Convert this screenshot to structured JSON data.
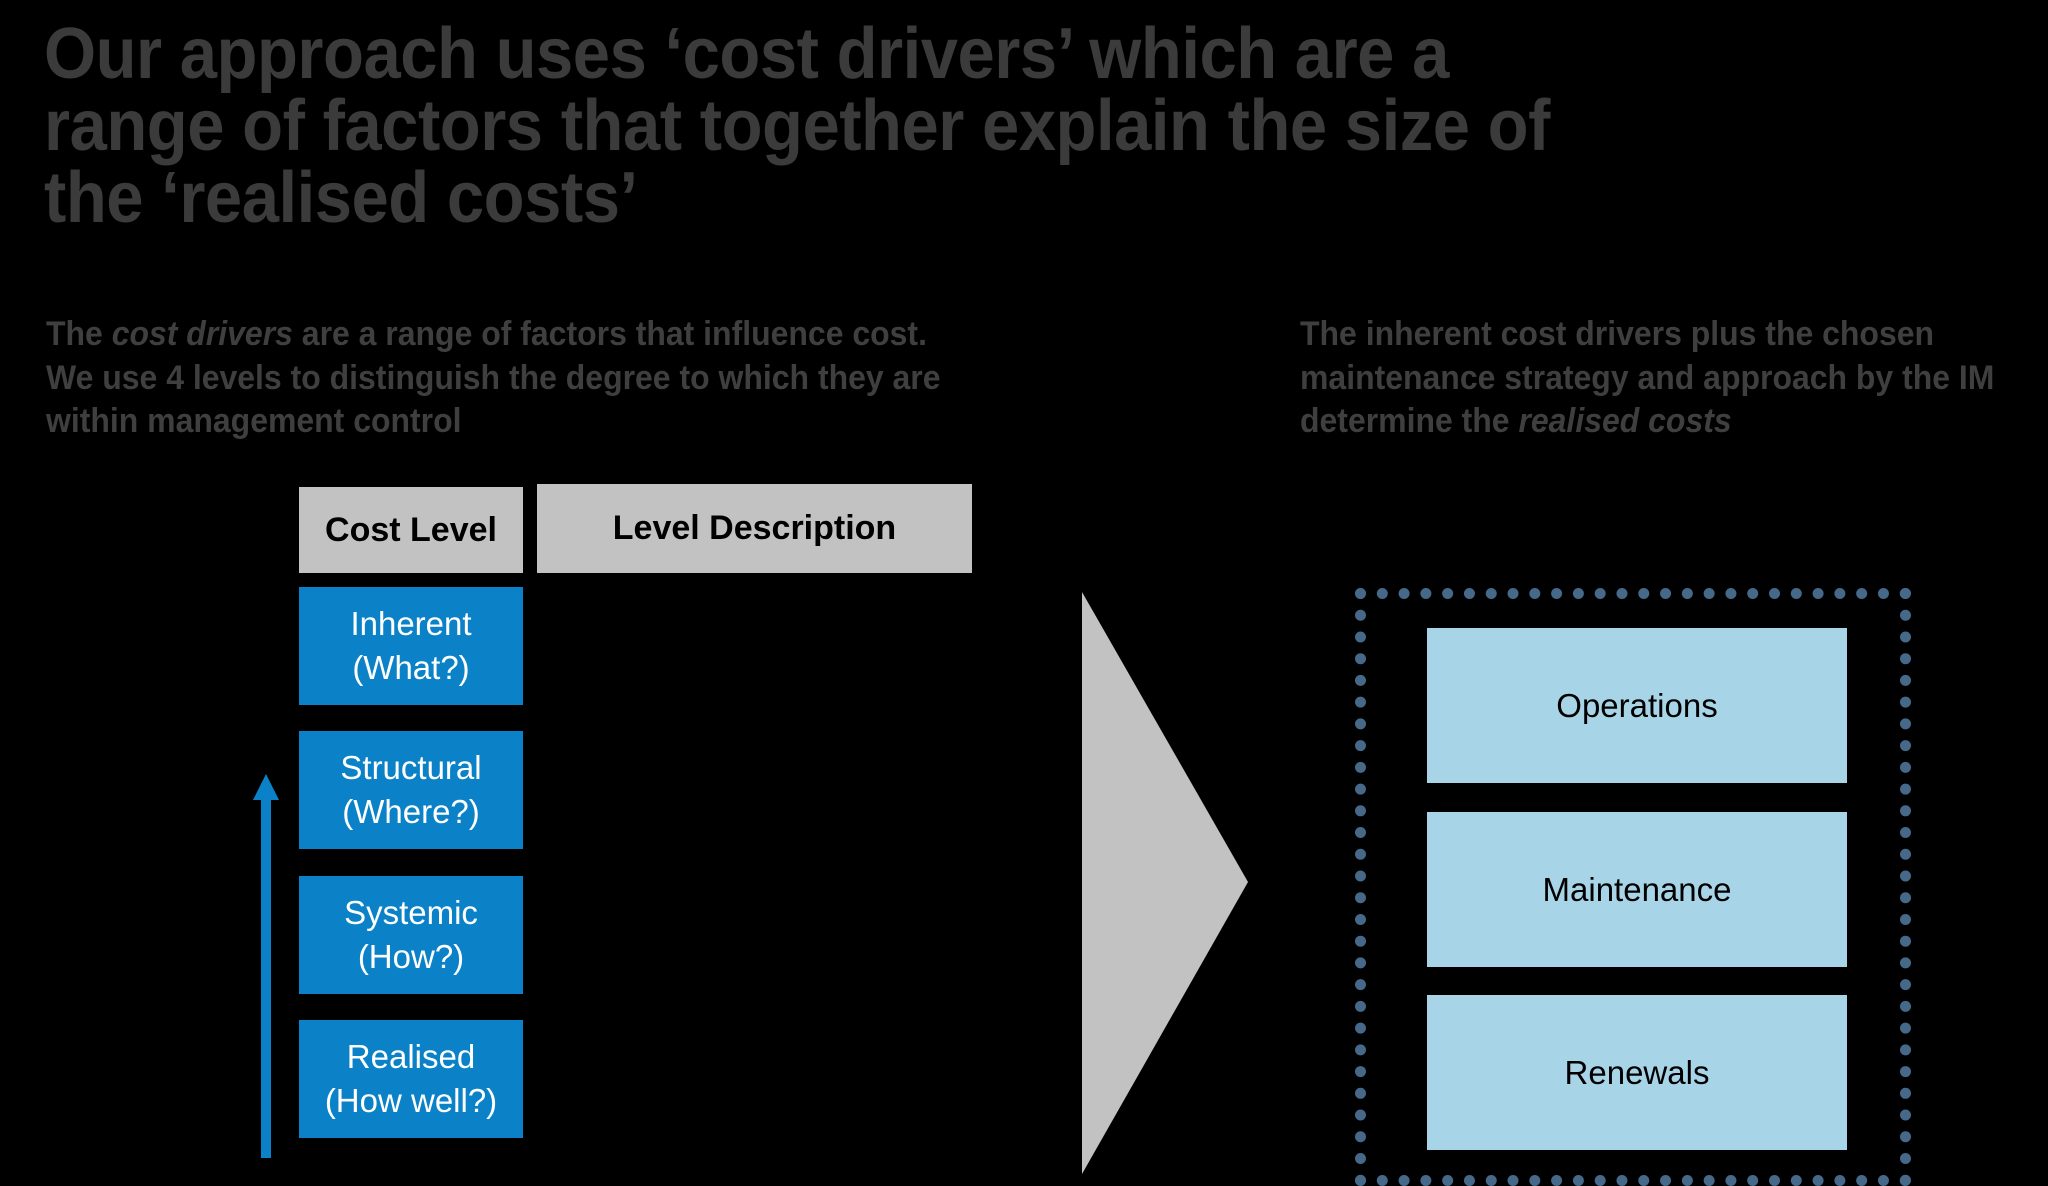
{
  "slide": {
    "title": "Our approach uses ‘cost drivers’ which are a range of factors that together explain the size of the ‘realised costs’",
    "background_color": "#000000",
    "title_color": "#3b3b3b"
  },
  "intro_left": {
    "part1": "The ",
    "emphasis": "cost drivers",
    "part2": " are a range of factors that influence cost. We use 4 levels to distinguish the degree to which they are within management control"
  },
  "intro_right": {
    "part1": "The inherent cost drivers plus the chosen maintenance strategy and approach by the IM determine the ",
    "emphasis": "realised costs",
    "part2": ""
  },
  "table": {
    "headers": {
      "cost_level": "Cost Level",
      "level_description": "Level Description"
    },
    "header_color": "#c2c2c2",
    "level_color": "#0b82c8",
    "levels": [
      {
        "name": "Inherent",
        "question": "(What?)"
      },
      {
        "name": "Structural",
        "question": "(Where?)"
      },
      {
        "name": "Systemic",
        "question": "(How?)"
      },
      {
        "name": "Realised",
        "question": "(How well?)"
      }
    ]
  },
  "arrows": {
    "up_arrow_color": "#0b82c8",
    "chevron_color": "#c2c2c2"
  },
  "realised_group": {
    "border_color": "#46698a",
    "box_color": "#a7d4e6",
    "boxes": [
      {
        "label": "Operations"
      },
      {
        "label": "Maintenance"
      },
      {
        "label": "Renewals"
      }
    ]
  }
}
